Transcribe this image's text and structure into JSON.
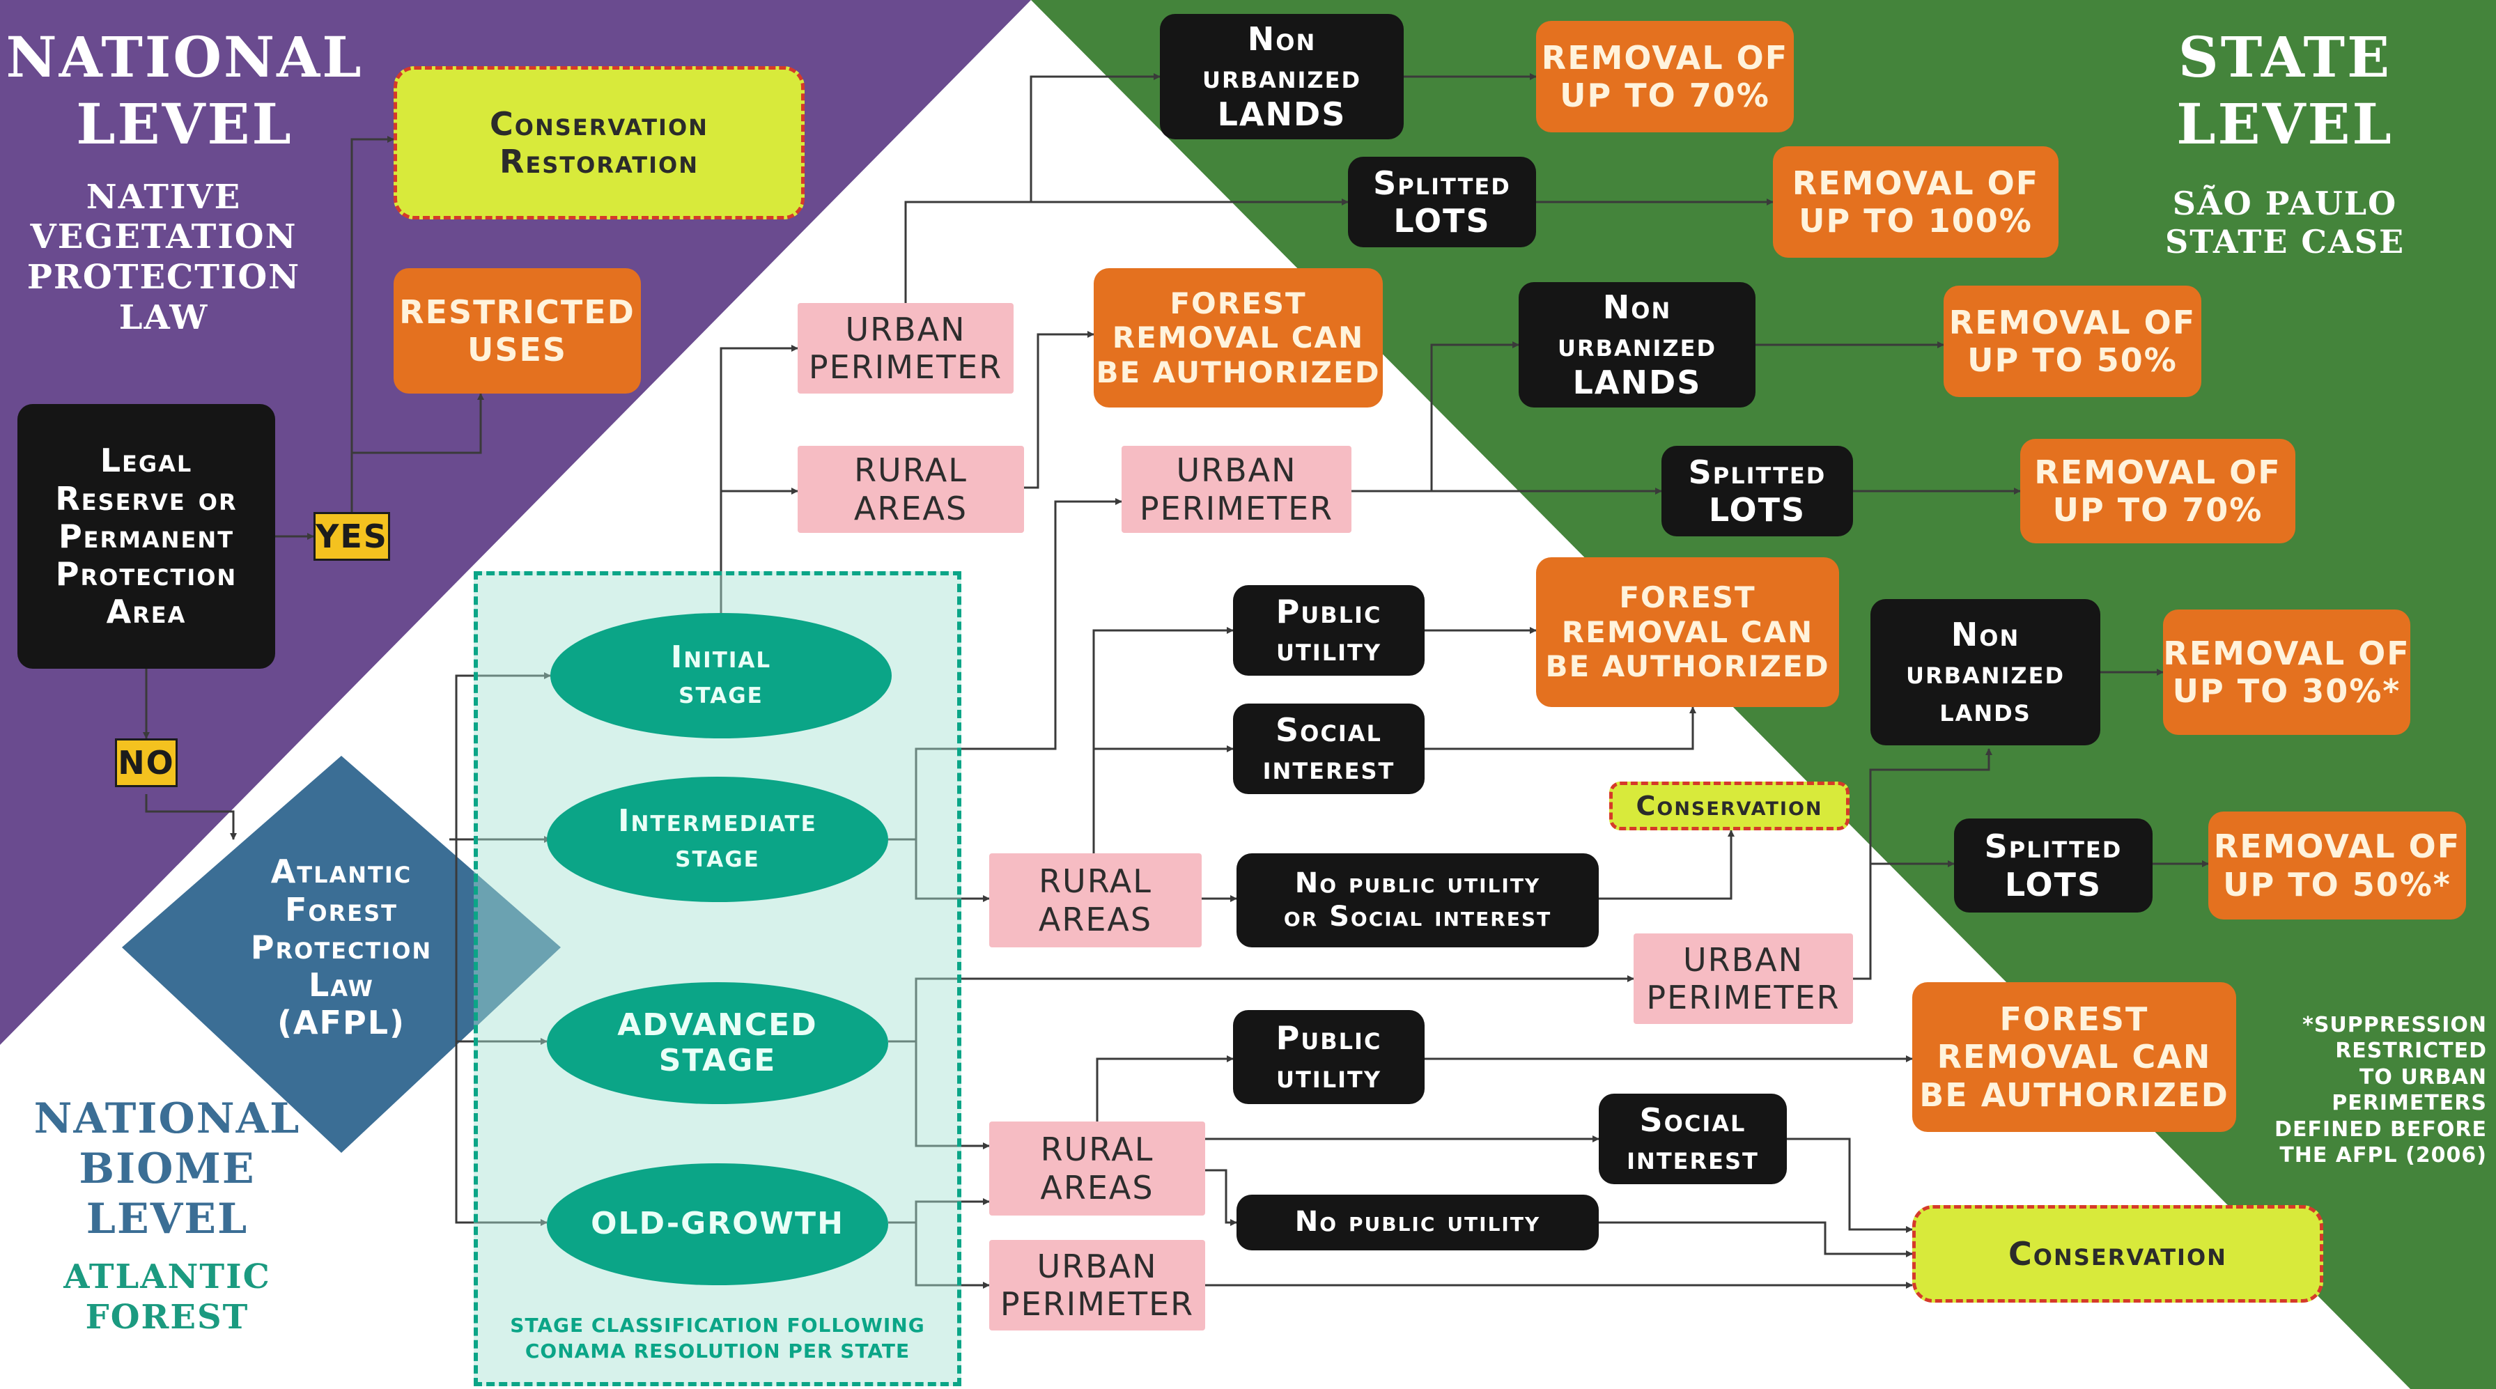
{
  "colors": {
    "national_bg": "#6a4b8f",
    "state_bg": "#44843b",
    "black_box": "#151515",
    "orange_box": "#e4711f",
    "pink_box": "#f6bcc3",
    "lime_box": "#d8ea3b",
    "oval": "#0ba587",
    "diamond": "#3b6e95",
    "biome_text": "#3b6e95"
  },
  "national": {
    "title": "NATIONAL\nLEVEL",
    "subtitle": "NATIVE\nVEGETATION\nPROTECTION\nLAW",
    "legal_reserve": "Legal\nReserve or\nPermanent\nProtection\nArea",
    "yes_label": "YES",
    "no_label": "NO",
    "conservation_restoration": "Conservation\nRestoration",
    "restricted_uses": "RESTRICTED\nUSES"
  },
  "state": {
    "title": "STATE\nLEVEL",
    "subtitle": "SÃO PAULO\nSTATE CASE",
    "footnote": "*SUPPRESSION\nRESTRICTED\nTO URBAN\nPERIMETERS\nDEFINED BEFORE\nTHE AFPL (2006)"
  },
  "biome": {
    "title": "NATIONAL\nBIOME\nLEVEL",
    "subtitle": "ATLANTIC\nFOREST",
    "afpl": "Atlantic\nForest\nProtection\nLaw\n(AFPL)",
    "frame_caption": "STAGE CLASSIFICATION FOLLOWING\nCONAMA RESOLUTION PER STATE"
  },
  "stages": {
    "initial": "Initial\nstage",
    "intermediate": "Intermediate\nstage",
    "advanced": "ADVANCED\nSTAGE",
    "old_growth": "OLD-GROWTH"
  },
  "initial_branch": {
    "urban_perimeter": "URBAN\nPERIMETER",
    "rural_areas": "RURAL\nAREAS",
    "forest_removal": "FOREST\nREMOVAL CAN\nBE AUTHORIZED",
    "non_urbanized": "Non\nurbanized\nLANDS",
    "removal_non_urbanized": "REMOVAL OF\nUP TO 70%",
    "splitted_lots": "Splitted\nLOTS",
    "removal_splitted": "REMOVAL OF\nUP TO 100%"
  },
  "intermediate_branch": {
    "urban_perimeter": "URBAN\nPERIMETER",
    "non_urbanized": "Non\nurbanized\nLANDS",
    "removal_non_urbanized": "REMOVAL OF\nUP TO 50%",
    "splitted_lots": "Splitted\nLOTS",
    "removal_splitted": "REMOVAL OF\nUP TO 70%",
    "rural_areas": "RURAL\nAREAS",
    "public_utility": "Public\nutility",
    "social_interest": "Social\ninterest",
    "no_public_utility": "No public utility\nor Social interest",
    "forest_removal": "FOREST\nREMOVAL CAN\nBE AUTHORIZED",
    "conservation": "Conservation"
  },
  "advanced_branch": {
    "urban_perimeter": "URBAN\nPERIMETER",
    "non_urbanized": "Non\nurbanized\nlands",
    "removal_non_urbanized": "REMOVAL OF\nUP TO 30%*",
    "splitted_lots": "Splitted\nLOTS",
    "removal_splitted": "REMOVAL OF\nUP TO 50%*",
    "rural_areas": "RURAL\nAREAS",
    "public_utility": "Public\nutility",
    "forest_removal": "FOREST\nREMOVAL CAN\nBE AUTHORIZED",
    "social_interest": "Social\ninterest",
    "no_public_utility": "No public utility",
    "urban_perimeter_old_growth": "URBAN\nPERIMETER",
    "conservation": "Conservation"
  }
}
